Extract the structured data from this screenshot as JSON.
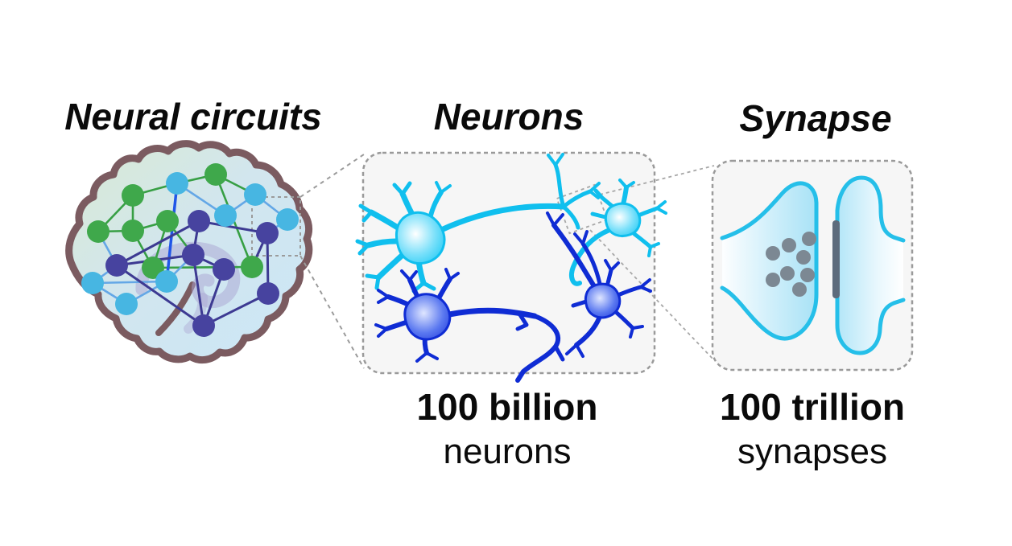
{
  "diagram": {
    "sections": [
      {
        "key": "neural_circuits",
        "title": "Neural circuits",
        "icon": "brain-network-icon"
      },
      {
        "key": "neurons",
        "title": "Neurons",
        "icon": "neurons-icon",
        "count": "100 billion",
        "count_unit": "neurons"
      },
      {
        "key": "synapse",
        "title": "Synapse",
        "icon": "synapse-icon",
        "count": "100 trillion",
        "count_unit": "synapses"
      }
    ],
    "palette": {
      "brain_outline": "#7b5b60",
      "brain_fill_green": "#d9ead3",
      "brain_fill_blue": "#cbe7f7",
      "node_green": "#3fa84b",
      "node_cyan": "#47b6e2",
      "node_indigo": "#47439f",
      "neuron_cyan": "#10bfee",
      "neuron_blue": "#0f2cd4",
      "synapse_cyan": "#25bfe9",
      "vesicle_gray": "#7c8893",
      "density_bar_gray": "#5d6b7c",
      "box_fill": "#f6f6f6",
      "box_border": "#9a9a9a",
      "text": "#000000"
    }
  }
}
